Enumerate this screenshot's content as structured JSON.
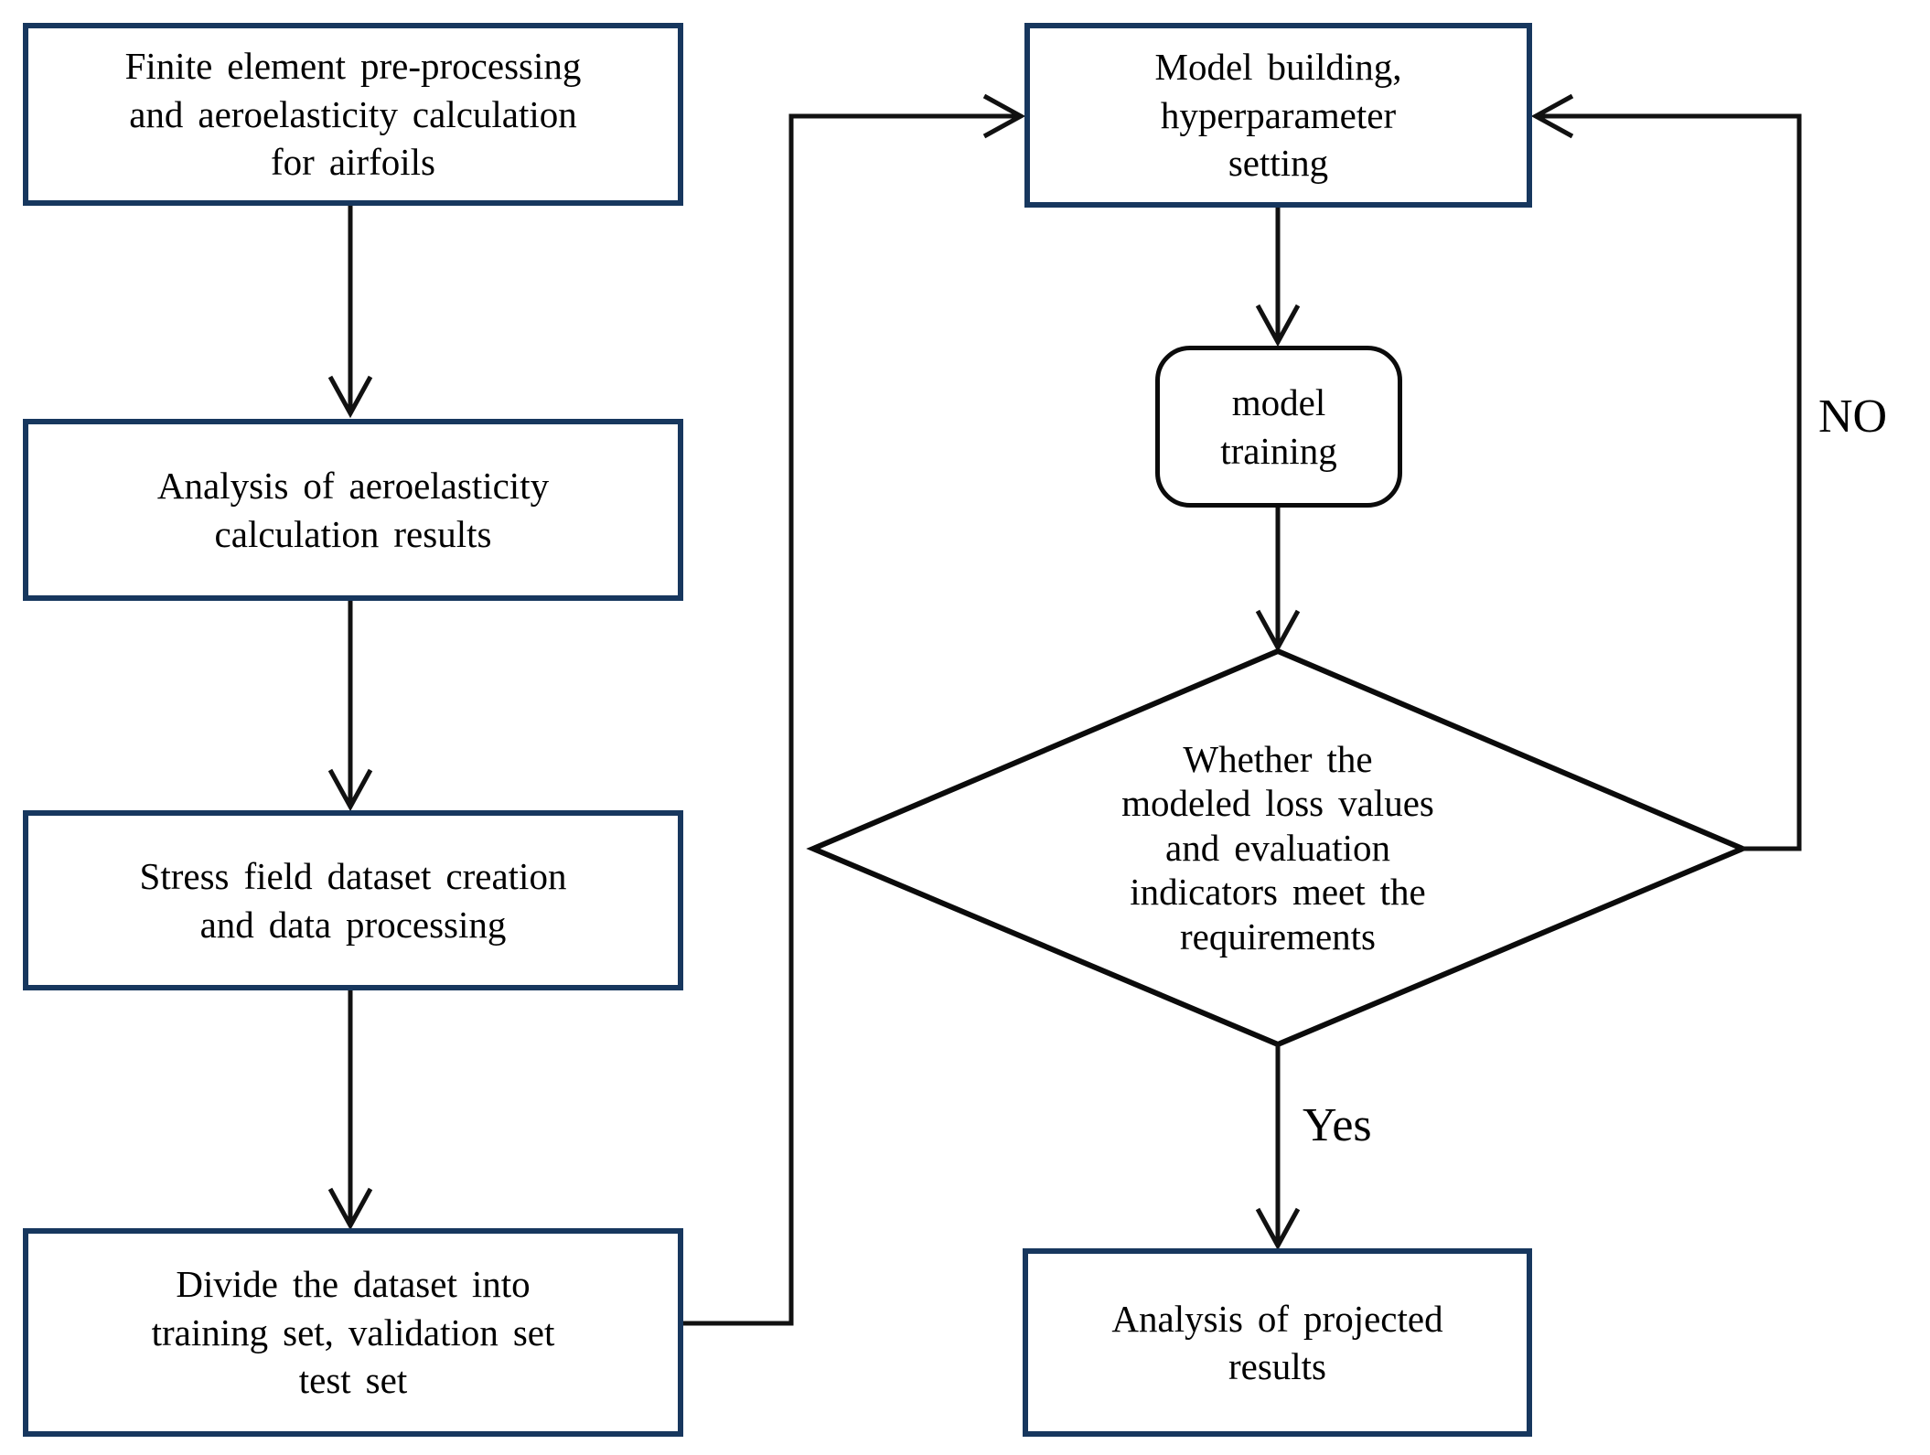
{
  "diagram": {
    "type": "flowchart",
    "background": "#ffffff",
    "colors": {
      "process_box_border": "#17375E",
      "shape_border": "#0b0b0b",
      "connector": "#111111",
      "text": "#000000"
    },
    "nodes": {
      "finite_element": {
        "shape": "rectangle",
        "lines": [
          "Finite element pre-processing",
          "and aeroelasticity calculation",
          "for airfoils"
        ]
      },
      "analysis_aeroelasticity": {
        "shape": "rectangle",
        "lines": [
          "Analysis of aeroelasticity",
          "calculation results"
        ]
      },
      "stress_field": {
        "shape": "rectangle",
        "lines": [
          "Stress field dataset creation",
          "and data processing"
        ]
      },
      "divide_dataset": {
        "shape": "rectangle",
        "lines": [
          "Divide the dataset into",
          "training set, validation set",
          "test set"
        ]
      },
      "model_building": {
        "shape": "rectangle",
        "lines": [
          "Model building,",
          "hyperparameter",
          "setting"
        ]
      },
      "model_training": {
        "shape": "rounded-rectangle",
        "lines": [
          "model",
          "training"
        ]
      },
      "decision": {
        "shape": "diamond",
        "lines": [
          "Whether the",
          "modeled loss values",
          "and evaluation",
          "indicators meet the",
          "requirements"
        ]
      },
      "analysis_projected": {
        "shape": "rectangle",
        "lines": [
          "Analysis of projected",
          "results"
        ]
      }
    },
    "edge_labels": {
      "yes": "Yes",
      "no": "NO"
    }
  }
}
